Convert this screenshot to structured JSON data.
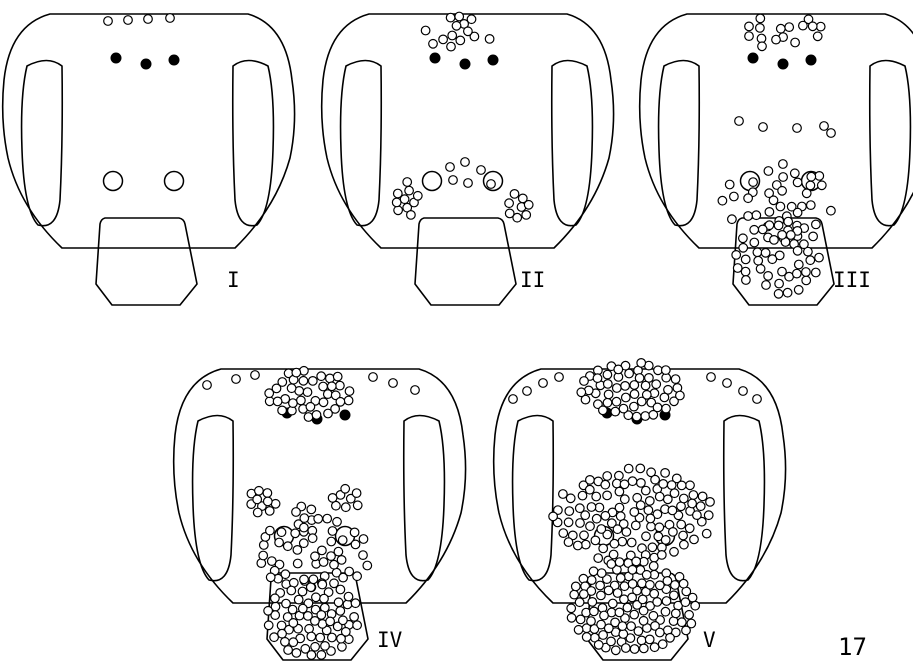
{
  "panels": [
    {
      "label": "I",
      "density": 0
    },
    {
      "label": "II",
      "density": 1
    },
    {
      "label": "III",
      "density": 2
    },
    {
      "label": "IV",
      "density": 3
    },
    {
      "label": "V",
      "density": 4
    }
  ],
  "figure_number": "17"
}
